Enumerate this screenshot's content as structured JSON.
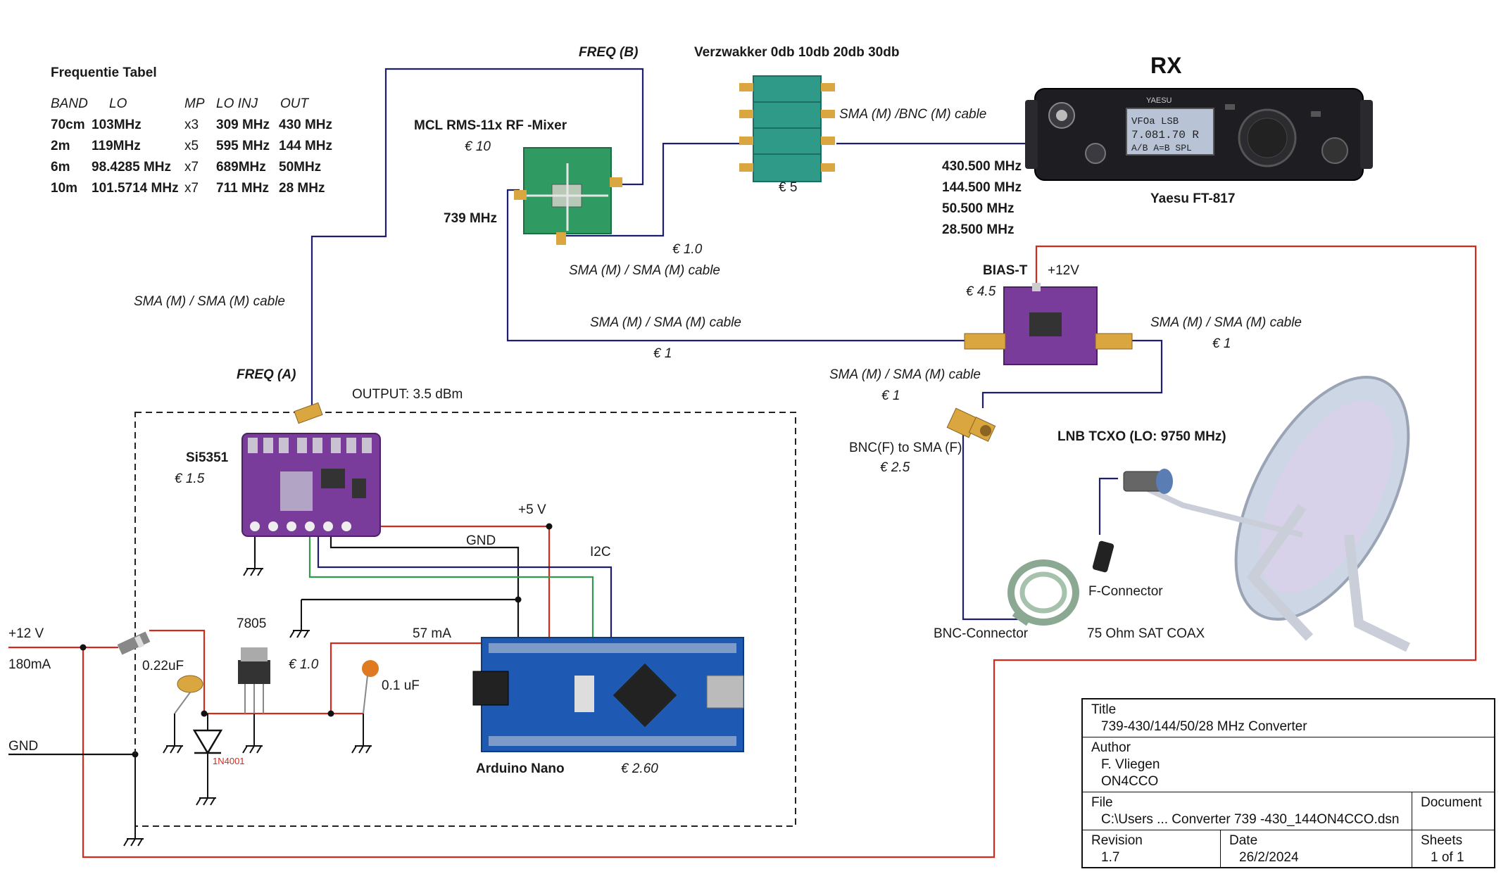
{
  "freq_table": {
    "title": "Frequentie Tabel",
    "headers": [
      "BAND",
      "LO",
      "MP",
      "LO INJ",
      "OUT"
    ],
    "rows": [
      {
        "band": "70cm",
        "lo": "103MHz",
        "mp": "x3",
        "lo_inj": "309 MHz",
        "out": "430 MHz",
        "color": "#d42a1c"
      },
      {
        "band": "2m",
        "lo": "119MHz",
        "mp": "x5",
        "lo_inj": "595 MHz",
        "out": "144 MHz",
        "color": "#2b2b8c"
      },
      {
        "band": "6m",
        "lo": "98.4285 MHz",
        "mp": "x7",
        "lo_inj": "689MHz",
        "out": "50MHz",
        "color": "#2e9a2e"
      },
      {
        "band": "10m",
        "lo": "101.5714 MHz",
        "mp": "x7",
        "lo_inj": "711 MHz",
        "out": "28 MHz",
        "color": "#e0782a"
      }
    ]
  },
  "labels": {
    "freq_b": "FREQ (B)",
    "freq_a": "FREQ (A)",
    "amp_title": "Verzwakker 0db 10db 20db 30db",
    "amp_price": "€ 5",
    "amp_cable": "SMA (M) /BNC (M) cable",
    "rx_title": "RX",
    "rx_model": "Yaesu FT-817",
    "rx_display_top": "VFOa   LSB",
    "rx_display_mid": "7.081.70 R",
    "rx_display_bot": "A/B A=B SPL",
    "rx_brand": "YAESU",
    "mixer_title": "MCL RMS-11x  RF -Mixer",
    "mixer_price": "€ 10",
    "mixer_freq": "739 MHz",
    "cable_mixer_amp_price": "€ 1.0",
    "cable_mixer_amp": "SMA (M) / SMA (M) cable",
    "cable_freq_a": "SMA (M) / SMA (M) cable",
    "cable_mixer_bias": "SMA (M) / SMA (M) cable",
    "cable_mixer_bias_price": "€ 1",
    "rx_freqs": [
      {
        "text": "430.500 MHz",
        "color": "#d42a1c"
      },
      {
        "text": "144.500 MHz",
        "color": "#2b2b8c"
      },
      {
        "text": "50.500 MHz",
        "color": "#2e9a2e"
      },
      {
        "text": "28.500 MHz",
        "color": "#e0782a"
      }
    ],
    "biast_title": "BIAS-T",
    "biast_v": "+12V",
    "biast_price": "€ 4.5",
    "cable_bias_right": "SMA (M) / SMA (M) cable",
    "cable_bias_right_price": "€ 1",
    "cable_bias_down": "SMA (M) / SMA (M) cable",
    "cable_bias_down_price": "€ 1",
    "bnc_adapter": "BNC(F) to SMA (F)",
    "bnc_adapter_price": "€ 2.5",
    "lnb": "LNB TCXO (LO: 9750 MHz)",
    "f_connector": "F-Connector",
    "bnc_connector": "BNC-Connector",
    "coax": "75 Ohm SAT COAX",
    "output": "OUTPUT: 3.5 dBm",
    "si5351": "Si5351",
    "si5351_price": "€ 1.5",
    "plus5v": "+5 V",
    "gnd_wire": "GND",
    "i2c": "I2C",
    "current_57": "57 mA",
    "plus12v": "+12 V",
    "current_180": "180mA",
    "gnd_left": "GND",
    "cap1": "0.22uF",
    "reg": "7805",
    "reg_price": "€ 1.0",
    "cap2": "0.1 uF",
    "diode": "1N4001",
    "arduino": "Arduino Nano",
    "arduino_price": "€ 2.60"
  },
  "title_block": {
    "title_h": "Title",
    "title_v": "739-430/144/50/28  MHz Converter",
    "author_h": "Author",
    "author_v1": "F. Vliegen",
    "author_v2": "ON4CCO",
    "file_h": "File",
    "file_v": "C:\\Users ... Converter 739 -430_144ON4CCO.dsn",
    "document_h": "Document",
    "revision_h": "Revision",
    "revision_v": "1.7",
    "date_h": "Date",
    "date_v": "26/2/2024",
    "sheets_h": "Sheets",
    "sheets_v": "1 of 1"
  },
  "colors": {
    "wire_navy": "#1e1e6e",
    "wire_red": "#d42a1c",
    "wire_black": "#111111",
    "wire_green": "#2e9a4a",
    "board_purple": "#7a3c9a",
    "board_green": "#2f9a62",
    "board_blue": "#1e5ab4"
  }
}
